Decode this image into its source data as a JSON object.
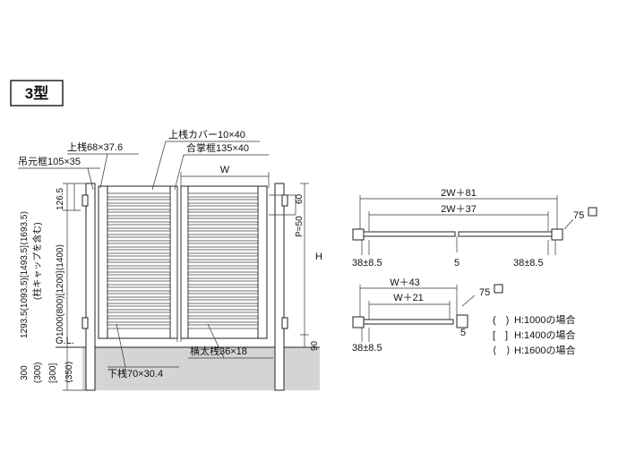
{
  "title": "3型",
  "gate_labels": {
    "top_rail": "上桟68×37.6",
    "top_rail_cover": "上桟カバー10×40",
    "meeting_frame": "合掌框135×40",
    "hinge_frame": "吊元框105×35",
    "bottom_rail": "下桟70×30.4",
    "horizontal_slat": "横太桟36×18",
    "ground_level": "G.L."
  },
  "dimensions": {
    "width": "W",
    "height": "H",
    "pitch": "P=50",
    "top_60": "60",
    "top_126_5": "126.5",
    "bottom_90": "90",
    "height_total": "1293.5(1093.5)[1493.5]⟨1693.5⟩",
    "cap_note": "(柱キャップを含む)",
    "height_body": "1000(800)[1200]⟨1400⟩",
    "embed_300": "300",
    "embed_300p": "(300)",
    "embed_300b": "[300]",
    "embed_350": "⟨350⟩"
  },
  "plan_double": {
    "outer": "2W＋81",
    "inner": "2W＋37",
    "post": "75",
    "gap_left": "38±8.5",
    "center": "5",
    "gap_right": "38±8.5"
  },
  "plan_single": {
    "outer": "W＋43",
    "inner": "W＋21",
    "post": "75",
    "gap": "5",
    "gap_left": "38±8.5"
  },
  "legend": [
    {
      "bracket": "(　)",
      "text": "H:1000の場合"
    },
    {
      "bracket": "[　]",
      "text": "H:1400の場合"
    },
    {
      "bracket": "⟨　⟩",
      "text": "H:1600の場合"
    }
  ]
}
